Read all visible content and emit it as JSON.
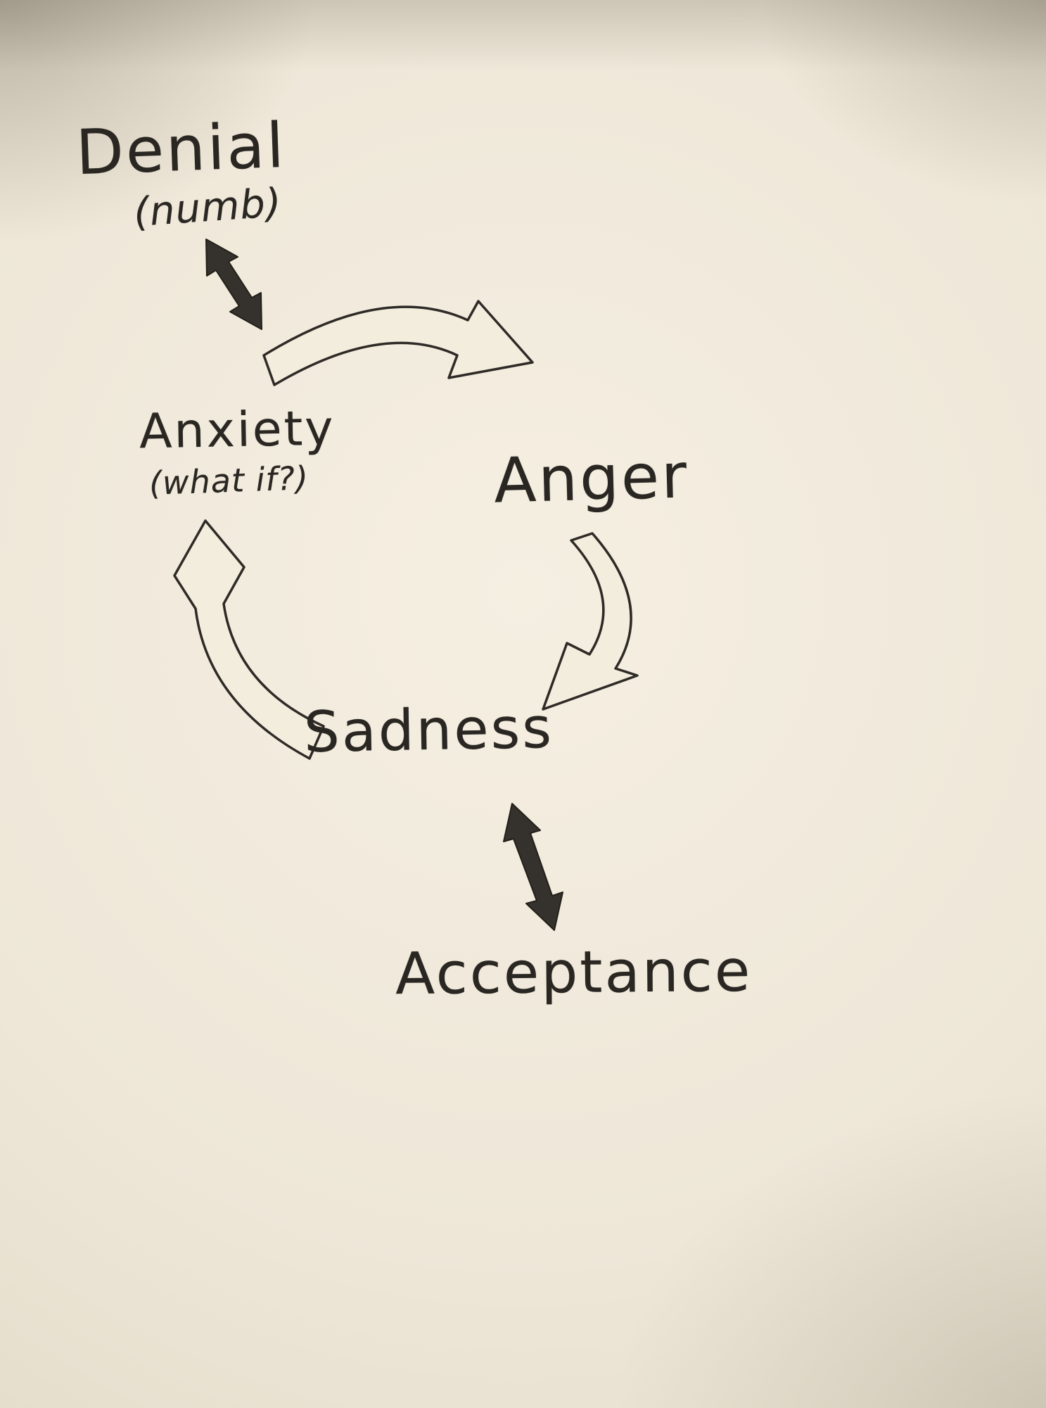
{
  "diagram": {
    "type": "hand-drawn-cycle-diagram",
    "subject": "cycle of grief emotions",
    "nodes": [
      {
        "id": "denial",
        "label": "Denial",
        "sublabel": "(numb)"
      },
      {
        "id": "anxiety",
        "label": "Anxiety",
        "sublabel": "(what if?)"
      },
      {
        "id": "anger",
        "label": "Anger",
        "sublabel": ""
      },
      {
        "id": "sadness",
        "label": "Sadness",
        "sublabel": ""
      },
      {
        "id": "acceptance",
        "label": "Acceptance",
        "sublabel": ""
      }
    ],
    "edges": [
      {
        "from": "denial",
        "to": "anxiety",
        "style": "double-headed-filled-arrow",
        "direction": "bidirectional"
      },
      {
        "from": "anxiety",
        "to": "anger",
        "style": "curved-outline-arrow",
        "direction": "one-way"
      },
      {
        "from": "anger",
        "to": "sadness",
        "style": "curved-outline-arrow",
        "direction": "one-way"
      },
      {
        "from": "sadness",
        "to": "anxiety",
        "style": "curved-outline-arrow",
        "direction": "one-way"
      },
      {
        "from": "sadness",
        "to": "acceptance",
        "style": "double-headed-filled-arrow",
        "direction": "bidirectional"
      }
    ],
    "colors": {
      "paper": "#efe8d9",
      "ink": "#2e2a26",
      "filled_arrow": "#35312c",
      "outline_arrow_fill": "#f3edde"
    }
  }
}
